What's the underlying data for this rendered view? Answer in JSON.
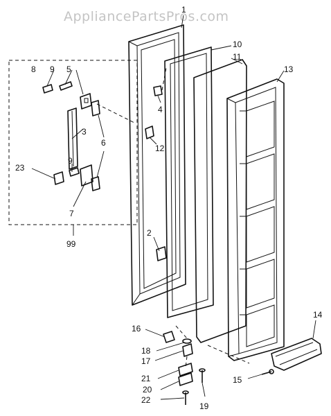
{
  "watermark": "AppliancePartsPros.com",
  "callouts": {
    "c1": "1",
    "c2": "2",
    "c3": "3",
    "c4": "4",
    "c5": "5",
    "c6": "6",
    "c7": "7",
    "c8": "8",
    "c9a": "9",
    "c9b": "9",
    "c10": "10",
    "c11": "11",
    "c12": "12",
    "c13": "13",
    "c14": "14",
    "c15": "15",
    "c16": "16",
    "c17": "17",
    "c18": "18",
    "c19": "19",
    "c20": "20",
    "c21": "21",
    "c22": "22",
    "c23": "23",
    "c99": "99"
  }
}
